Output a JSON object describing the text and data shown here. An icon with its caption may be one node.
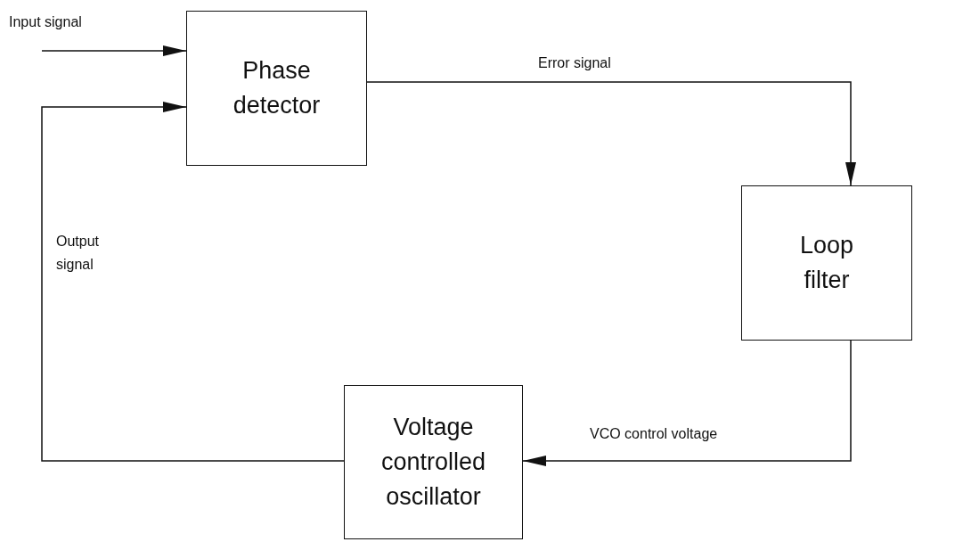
{
  "diagram": {
    "nodes": [
      {
        "text": [
          "Phase detector"
        ]
      },
      {
        "text": [
          "Loop filter"
        ]
      },
      {
        "text": [
          "Voltage controlled oscillator"
        ]
      }
    ],
    "edges": [
      {
        "from": null,
        "to": 0,
        "arrow": "to",
        "label": "Input signal"
      },
      {
        "from": 0,
        "to": 1,
        "arrow": "to",
        "label": "Error signal"
      },
      {
        "from": 1,
        "to": 2,
        "arrow": "to",
        "label": "VCO control voltage"
      },
      {
        "from": 2,
        "to": 0,
        "arrow": "to",
        "label": "Output signal"
      }
    ]
  }
}
